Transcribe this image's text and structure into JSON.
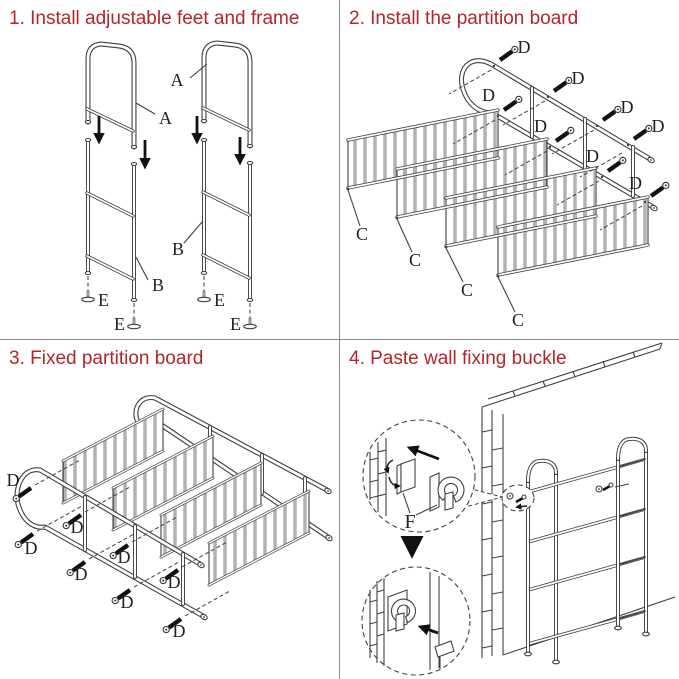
{
  "document": {
    "type": "assembly-instruction-sheet",
    "background": "#ffffff"
  },
  "colors": {
    "step_title_red": "#b3252a",
    "line_art": "#404040",
    "part_label": "#1f1f1f",
    "divider_gray": "#8a8a8a"
  },
  "steps": [
    {
      "number": 1,
      "title": "1. Install adjustable feet and frame",
      "parts": {
        "top_frame": "A",
        "leg_frame": "B",
        "adjustable_foot": "E"
      }
    },
    {
      "number": 2,
      "title": "2. Install the partition board",
      "parts": {
        "partition_board": "C",
        "screw": "D"
      }
    },
    {
      "number": 3,
      "title": "3. Fixed partition board",
      "parts": {
        "screw": "D"
      }
    },
    {
      "number": 4,
      "title": "4. Paste wall fixing buckle",
      "parts": {
        "wall_buckle": "F"
      }
    }
  ]
}
